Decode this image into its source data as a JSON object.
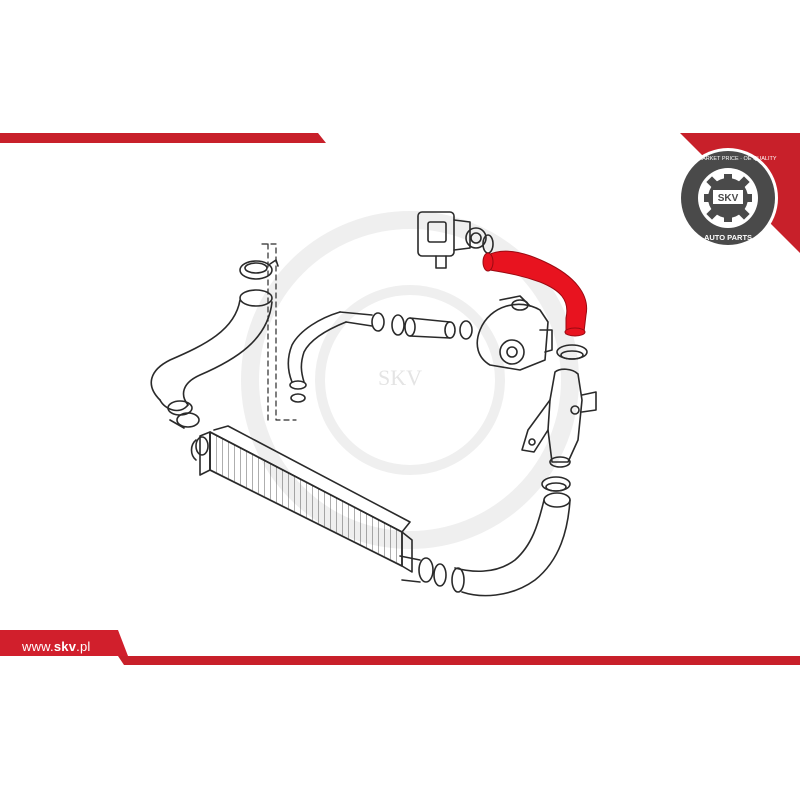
{
  "brand": {
    "logo_letters": "SKV",
    "badge_ring_text": "AFTERMARKET PRICE · OE QUALITY",
    "badge_bottom_text": "AUTO PARTS",
    "website_prefix": "www.",
    "website_brand": "skv",
    "website_suffix": ".pl",
    "watermark": "SKV"
  },
  "colors": {
    "accent_red": "#d11f2c",
    "stripe_red": "#c8202a",
    "badge_dark": "#4a4a4a",
    "highlight_part": "#e8131f",
    "line_art": "#2a2a2a",
    "watermark": "#efefef"
  },
  "diagram": {
    "highlighted_part": "turbo-intake-hose",
    "components": [
      "hose-clamp-top-left",
      "intercooler-inlet-hose",
      "dashed-detail-group",
      "small-pipe-assembly",
      "connector-sleeve",
      "throttle-body",
      "red-turbo-hose",
      "turbo-housing",
      "pipe-bracket",
      "hose-clamp-right",
      "intercooler-outlet-hose",
      "intercooler"
    ]
  }
}
